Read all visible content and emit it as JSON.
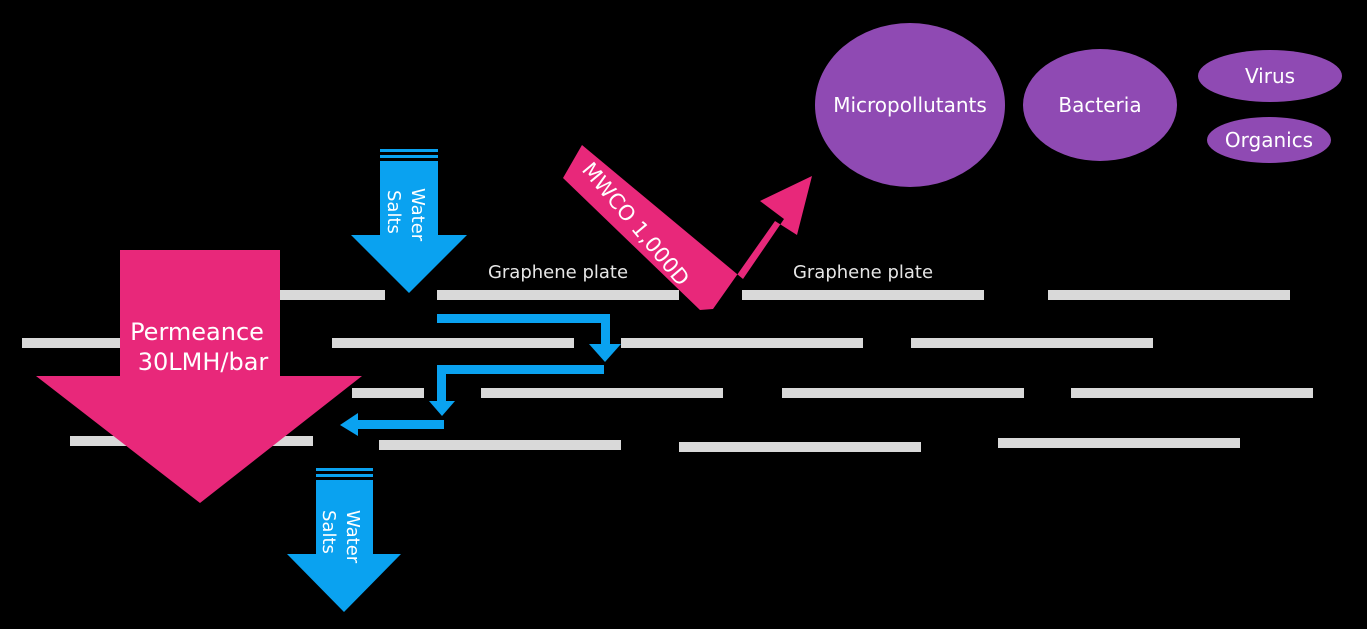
{
  "colors": {
    "background": "#000000",
    "plate": "#d9d9d9",
    "magenta": "#e8287a",
    "blue": "#0aa2f0",
    "purple": "#8f4ab3",
    "text": "#ffffff",
    "label": "#e6e6e6"
  },
  "labels": {
    "graphene_plate": "Graphene plate",
    "mwco": "MWCO 1,000D",
    "permeance_line1": "Permeance",
    "permeance_line2": "30LMH/bar",
    "water": "Water",
    "salts": "Salts"
  },
  "particles": {
    "micropollutants": "Micropollutants",
    "bacteria": "Bacteria",
    "virus": "Virus",
    "organics": "Organics"
  },
  "icons": {
    "arrow": "arrow-icon"
  }
}
